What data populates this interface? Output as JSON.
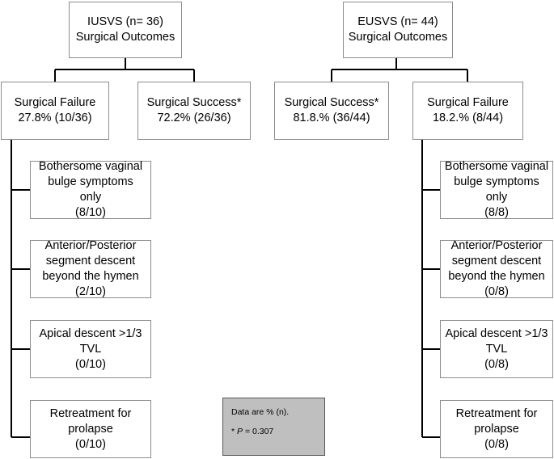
{
  "left": {
    "root": {
      "line1": "IUSVS (n= 36)",
      "line2": "Surgical Outcomes"
    },
    "failure": {
      "line1": "Surgical Failure",
      "line2": "27.8% (10/36)"
    },
    "success": {
      "line1": "Surgical Success*",
      "line2": "72.2% (26/36)"
    },
    "details": [
      {
        "text": "Bothersome vaginal\nbulge symptoms\nonly",
        "count": "(8/10)"
      },
      {
        "text": "Anterior/Posterior\nsegment descent\nbeyond the hymen",
        "count": "(2/10)"
      },
      {
        "text": "Apical descent >1/3\nTVL",
        "count": "(0/10)"
      },
      {
        "text": "Retreatment for\nprolapse",
        "count": "(0/10)"
      }
    ]
  },
  "right": {
    "root": {
      "line1": "EUSVS (n= 44)",
      "line2": "Surgical Outcomes"
    },
    "success": {
      "line1": "Surgical Success*",
      "line2": "81.8.% (36/44)"
    },
    "failure": {
      "line1": "Surgical Failure",
      "line2": "18.2.% (8/44)"
    },
    "details": [
      {
        "text": "Bothersome vaginal\nbulge symptoms\nonly",
        "count": "(8/8)"
      },
      {
        "text": "Anterior/Posterior\nsegment descent\nbeyond the hymen",
        "count": "(0/8)"
      },
      {
        "text": "Apical descent >1/3\nTVL",
        "count": "(0/8)"
      },
      {
        "text": "Retreatment for\nprolapse",
        "count": "(0/8)"
      }
    ]
  },
  "note": {
    "line1": "Data are % (n).",
    "line2_prefix": "* ",
    "line2_var": "P",
    "line2_suffix": " = 0.307"
  }
}
